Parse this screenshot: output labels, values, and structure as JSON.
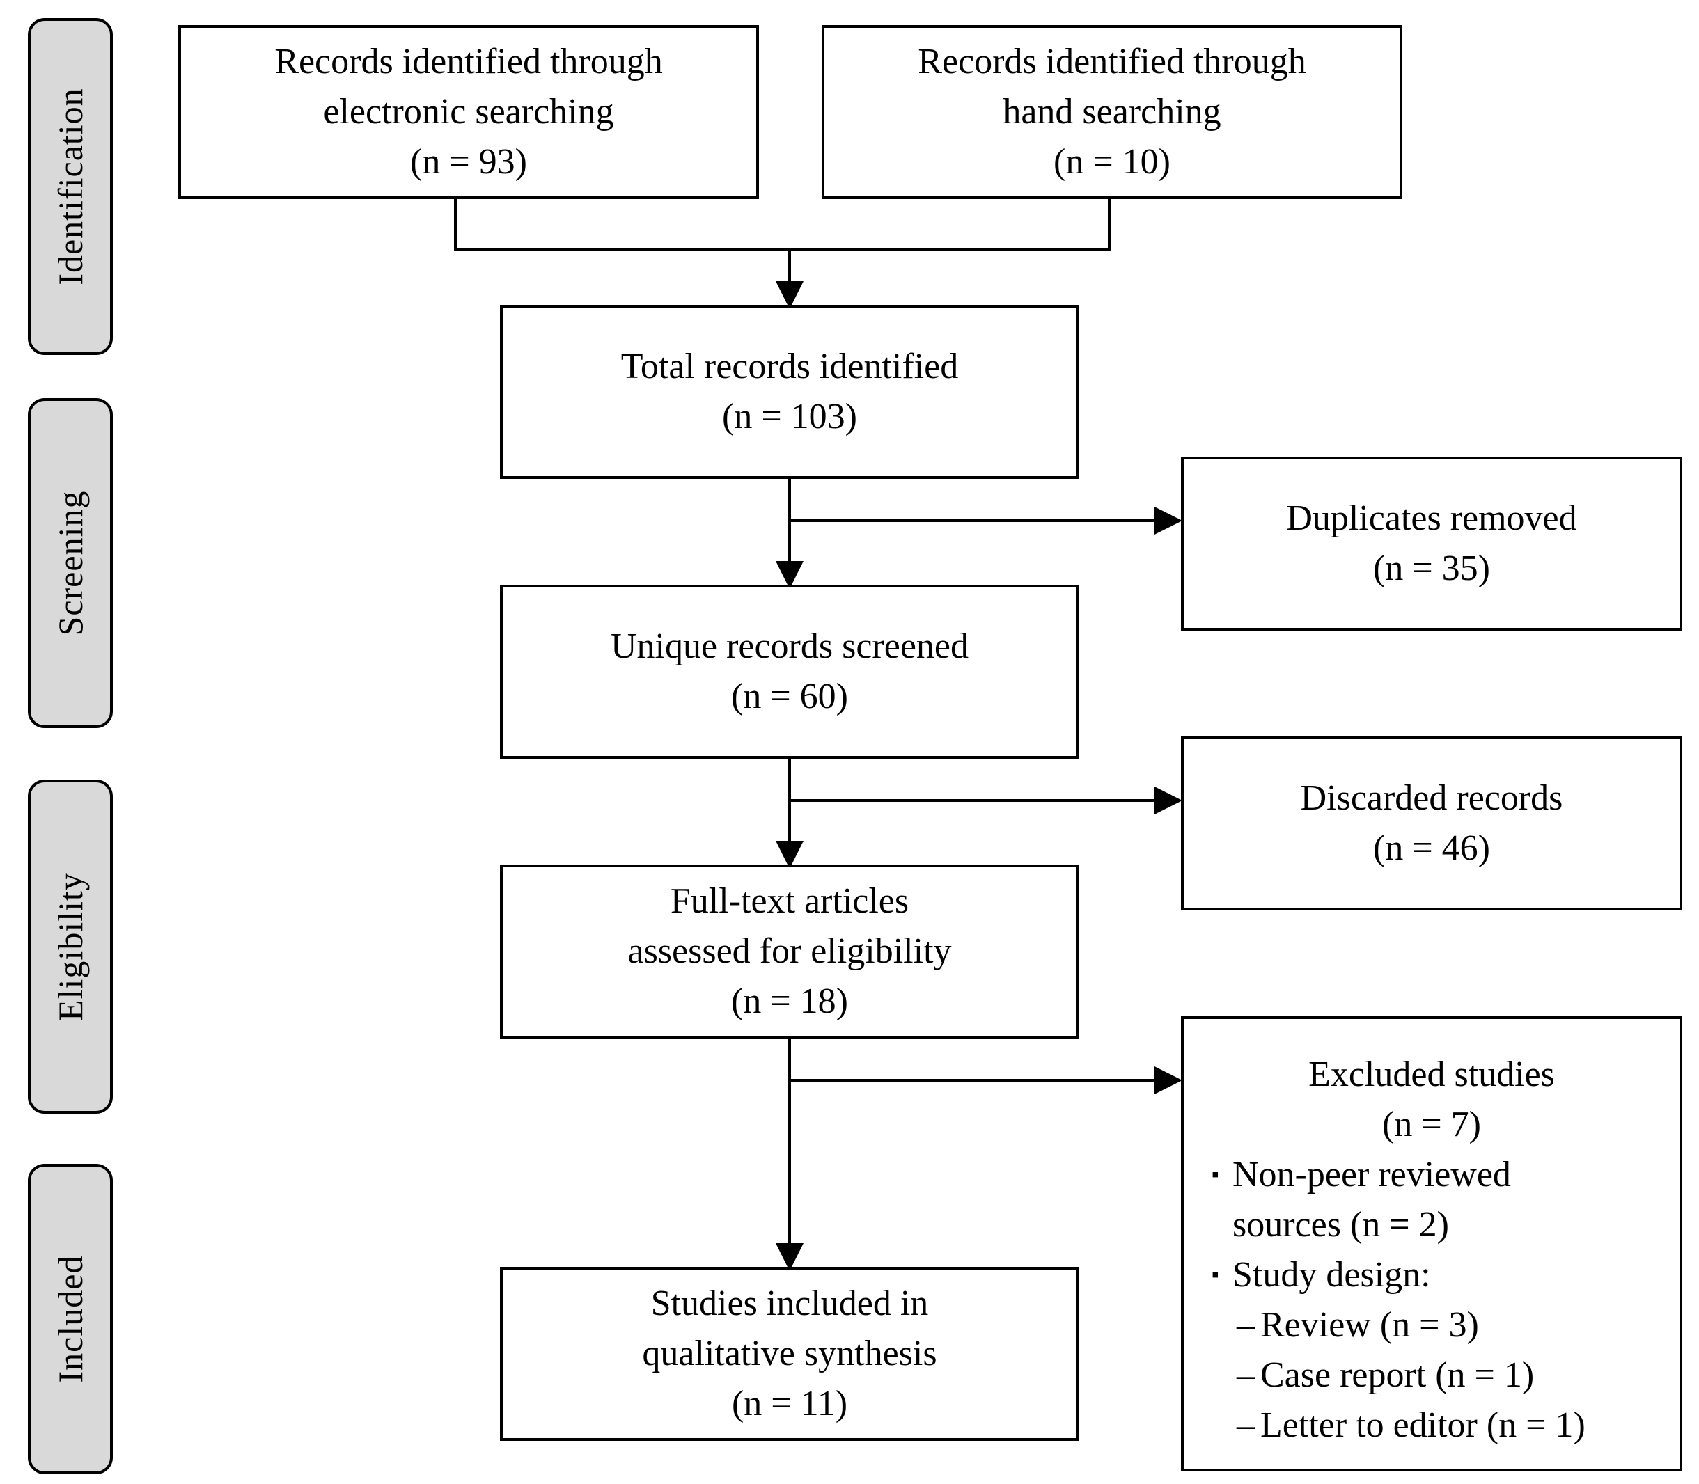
{
  "stages": {
    "identification": "Identification",
    "screening": "Screening",
    "eligibility": "Eligibility",
    "included": "Included"
  },
  "boxes": {
    "electronic": {
      "line1": "Records identified through",
      "line2": "electronic searching",
      "count": "(n = 93)"
    },
    "hand": {
      "line1": "Records identified through",
      "line2": "hand searching",
      "count": "(n = 10)"
    },
    "total": {
      "line1": "Total records identified",
      "count": "(n = 103)"
    },
    "duplicates": {
      "line1": "Duplicates removed",
      "count": "(n = 35)"
    },
    "unique": {
      "line1": "Unique records screened",
      "count": "(n = 60)"
    },
    "discarded": {
      "line1": "Discarded records",
      "count": "(n = 46)"
    },
    "fulltext": {
      "line1": "Full-text articles",
      "line2": "assessed for eligibility",
      "count": "(n = 18)"
    },
    "excluded": {
      "title": "Excluded studies",
      "count": "(n = 7)",
      "bullet1_line1": "Non-peer reviewed",
      "bullet1_line2": "sources (n = 2)",
      "bullet2": "Study design:",
      "sub1": "Review (n = 3)",
      "sub2": "Case report (n = 1)",
      "sub3": "Letter to editor (n = 1)"
    },
    "included": {
      "line1": "Studies included in",
      "line2": "qualitative synthesis",
      "count": "(n = 11)"
    }
  },
  "symbols": {
    "bullet": "▪",
    "dash": "–"
  },
  "colors": {
    "stage_fill": "#d9d9d9",
    "stroke": "#000000",
    "box_fill": "#ffffff"
  }
}
